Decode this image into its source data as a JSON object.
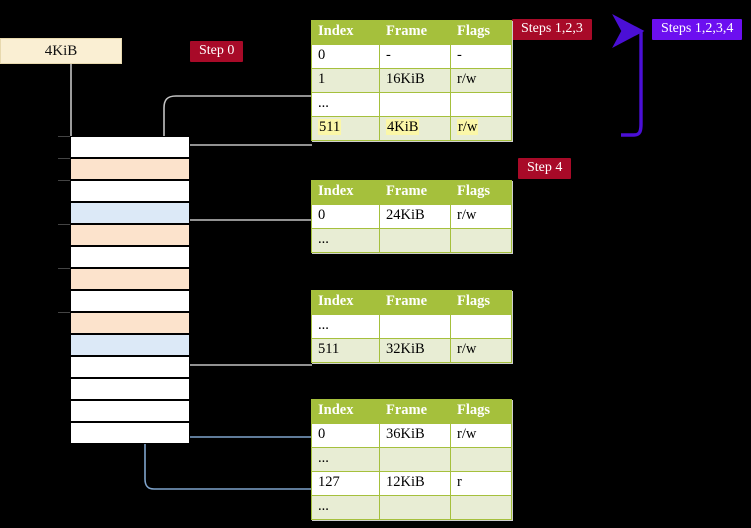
{
  "labels": {
    "size_box": "4KiB",
    "step0": "Step 0",
    "step4": "Step 4",
    "steps123": "Steps 1,2,3",
    "steps1234": "Steps 1,2,3,4"
  },
  "colors": {
    "badge_red": "#A80A28",
    "badge_violet": "#6C0FF0",
    "table_header": "#A5C03C",
    "table_alt_row": "#E8EDD4",
    "highlight": "#FBF7A8",
    "mem_orange": "#FCE3CC",
    "mem_blue": "#DCE9F7",
    "size_box": "#FAEFD3",
    "wire_gray": "#BBBBBB",
    "wire_blue": "#7FA4CC"
  },
  "tables": [
    {
      "id": "pml4",
      "headers": [
        "Index",
        "Frame",
        "Flags"
      ],
      "rows": [
        {
          "style": "plain",
          "index": "0",
          "frame": "-",
          "flags": "-",
          "highlight": false
        },
        {
          "style": "alt",
          "index": "1",
          "frame": "16KiB",
          "flags": "r/w",
          "highlight": false
        },
        {
          "style": "plain",
          "index": "...",
          "frame": "",
          "flags": "",
          "highlight": false
        },
        {
          "style": "alt",
          "index": "511",
          "frame": "4KiB",
          "flags": "r/w",
          "highlight": true
        }
      ]
    },
    {
      "id": "pdpt",
      "headers": [
        "Index",
        "Frame",
        "Flags"
      ],
      "rows": [
        {
          "style": "plain",
          "index": "0",
          "frame": "24KiB",
          "flags": "r/w",
          "highlight": false
        },
        {
          "style": "alt",
          "index": "...",
          "frame": "",
          "flags": "",
          "highlight": false
        }
      ]
    },
    {
      "id": "pd",
      "headers": [
        "Index",
        "Frame",
        "Flags"
      ],
      "rows": [
        {
          "style": "plain",
          "index": "...",
          "frame": "",
          "flags": "",
          "highlight": false
        },
        {
          "style": "alt",
          "index": "511",
          "frame": "32KiB",
          "flags": "r/w",
          "highlight": false
        }
      ]
    },
    {
      "id": "pt",
      "headers": [
        "Index",
        "Frame",
        "Flags"
      ],
      "rows": [
        {
          "style": "plain",
          "index": "0",
          "frame": "36KiB",
          "flags": "r/w",
          "highlight": false
        },
        {
          "style": "alt",
          "index": "...",
          "frame": "",
          "flags": "",
          "highlight": false
        },
        {
          "style": "plain",
          "index": "127",
          "frame": "12KiB",
          "flags": "r",
          "highlight": false
        },
        {
          "style": "alt",
          "index": "...",
          "frame": "",
          "flags": "",
          "highlight": false
        }
      ]
    }
  ],
  "memory_column": {
    "rows": [
      {
        "fill": "white",
        "tick": true
      },
      {
        "fill": "orange",
        "tick": true
      },
      {
        "fill": "white",
        "tick": true
      },
      {
        "fill": "blue",
        "tick": false
      },
      {
        "fill": "orange",
        "tick": true
      },
      {
        "fill": "white",
        "tick": false
      },
      {
        "fill": "orange",
        "tick": true
      },
      {
        "fill": "white",
        "tick": false
      },
      {
        "fill": "orange",
        "tick": true
      },
      {
        "fill": "blue",
        "tick": false
      },
      {
        "fill": "white",
        "tick": false
      },
      {
        "fill": "white",
        "tick": false
      },
      {
        "fill": "white",
        "tick": false
      },
      {
        "fill": "white",
        "tick": false
      }
    ]
  }
}
